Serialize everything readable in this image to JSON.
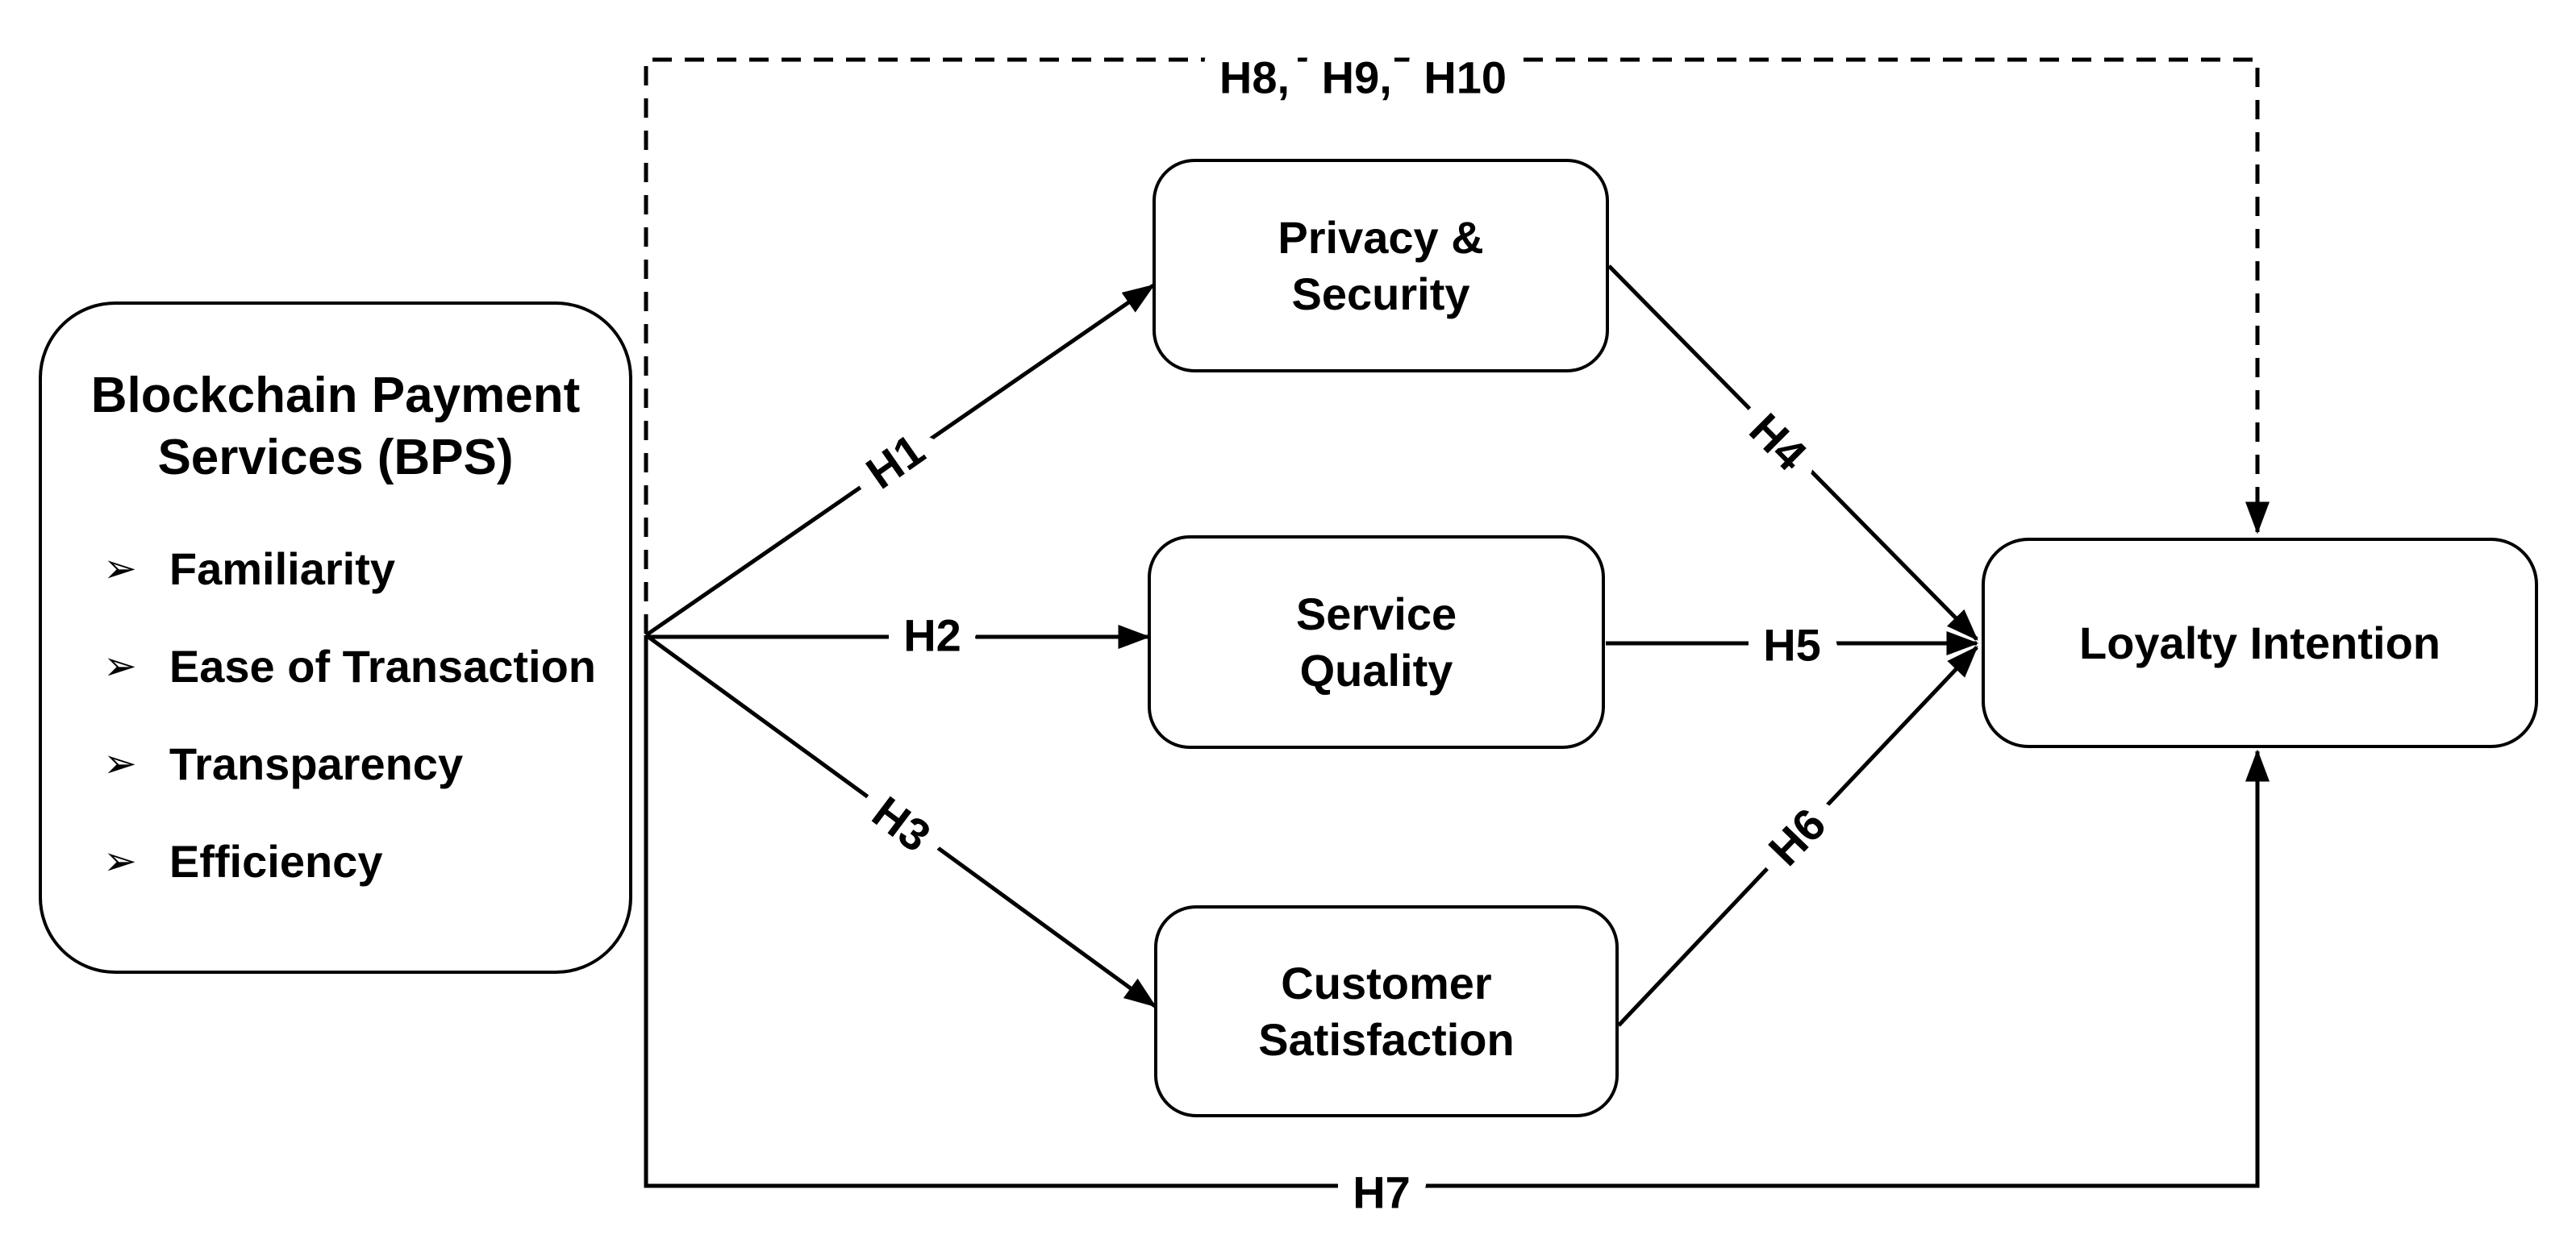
{
  "nodes": {
    "bps": {
      "title_line1": "Blockchain Payment",
      "title_line2": "Services (BPS)",
      "bullet_glyph": "➢",
      "items": [
        "Familiarity",
        "Ease of Transaction",
        "Transparency",
        "Efficiency"
      ]
    },
    "privacy": {
      "line1": "Privacy &",
      "line2": "Security"
    },
    "service": {
      "line1": "Service",
      "line2": "Quality"
    },
    "customer": {
      "line1": "Customer",
      "line2": "Satisfaction"
    },
    "loyalty": {
      "label": "Loyalty Intention"
    }
  },
  "edges": {
    "h1": "H1",
    "h2": "H2",
    "h3": "H3",
    "h4": "H4",
    "h5": "H5",
    "h6": "H6",
    "h7": "H7",
    "h8_h9_h10": "H8,  H9,  H10"
  },
  "colors": {
    "ink": "#000000",
    "background": "#ffffff"
  }
}
